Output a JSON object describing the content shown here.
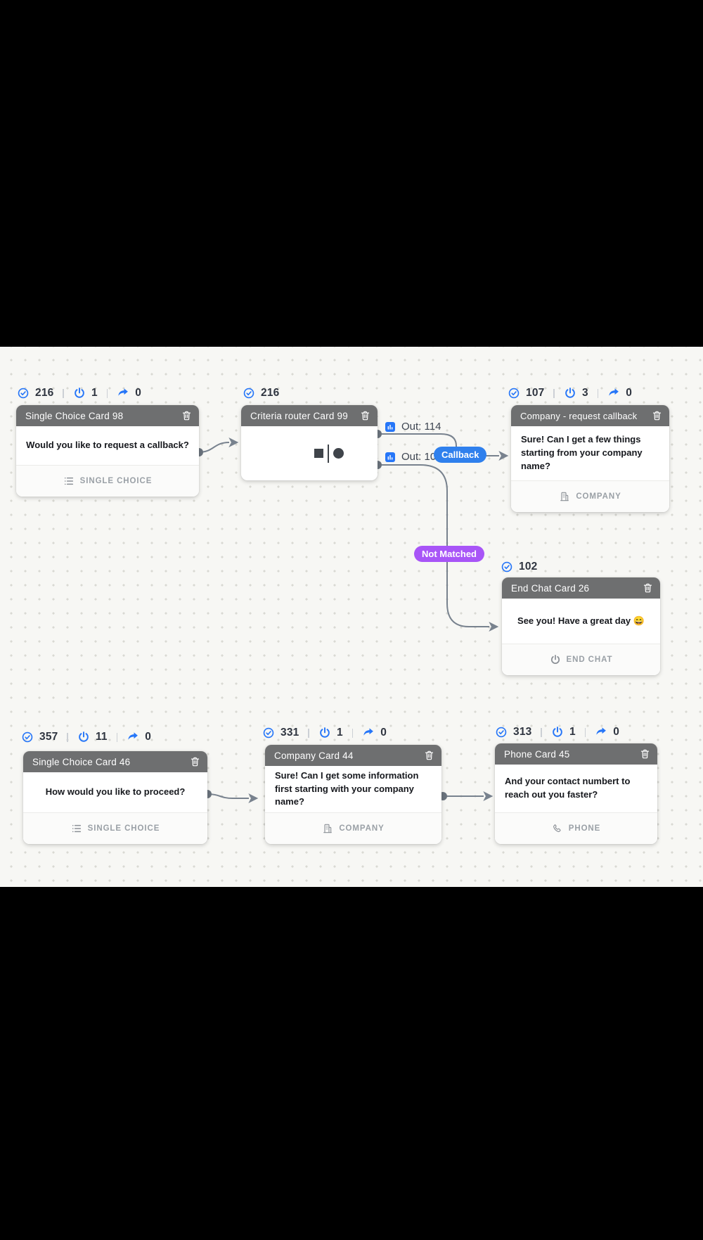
{
  "app": {
    "view": "chatbot-flow-canvas"
  },
  "colors": {
    "canvas_bg": "#f7f7f4",
    "header_gray": "#6e6f70",
    "accent_blue": "#2676f8",
    "callback_pill_blue": "#2f80ed",
    "not_matched_pill_purple": "#a855f7",
    "edge_gray": "#78828e"
  },
  "nodes": [
    {
      "id": "single-choice-98",
      "title": "Single Choice Card 98",
      "body": "Would you like to request a callback?",
      "footer": {
        "icon": "list-icon",
        "label": "SINGLE CHOICE"
      },
      "stats": {
        "checks": "216",
        "power": "1",
        "share": "0"
      }
    },
    {
      "id": "criteria-router-99",
      "title": "Criteria router Card 99",
      "stats": {
        "checks": "216"
      },
      "outputs": [
        {
          "icon": "chart-icon",
          "label": "Out: 114"
        },
        {
          "icon": "chart-icon",
          "label": "Out: 10"
        }
      ]
    },
    {
      "id": "company-request-callback",
      "title": "Company - request callback",
      "body": "Sure! Can I get a few things starting from your company name?",
      "footer": {
        "icon": "building-icon",
        "label": "COMPANY"
      },
      "stats": {
        "checks": "107",
        "power": "3",
        "share": "0"
      }
    },
    {
      "id": "end-chat-26",
      "title": "End Chat Card 26",
      "body": "See you! Have a great day 😄",
      "footer": {
        "icon": "power-icon",
        "label": "END CHAT"
      },
      "stats": {
        "checks": "102"
      }
    },
    {
      "id": "single-choice-46",
      "title": "Single Choice Card 46",
      "body": "How would you like to proceed?",
      "footer": {
        "icon": "list-icon",
        "label": "SINGLE CHOICE"
      },
      "stats": {
        "checks": "357",
        "power": "11",
        "share": "0"
      }
    },
    {
      "id": "company-44",
      "title": "Company Card 44",
      "body": "Sure! Can I get some information first starting with your company name?",
      "footer": {
        "icon": "building-icon",
        "label": "COMPANY"
      },
      "stats": {
        "checks": "331",
        "power": "1",
        "share": "0"
      }
    },
    {
      "id": "phone-45",
      "title": "Phone Card 45",
      "body": "And your contact numbert to reach out you faster?",
      "footer": {
        "icon": "phone-icon",
        "label": "PHONE"
      },
      "stats": {
        "checks": "313",
        "power": "1",
        "share": "0"
      }
    }
  ],
  "labels": {
    "callback": {
      "text": "Callback",
      "color": "#2f80ed"
    },
    "not_matched": {
      "text": "Not Matched",
      "color": "#a855f7"
    }
  }
}
